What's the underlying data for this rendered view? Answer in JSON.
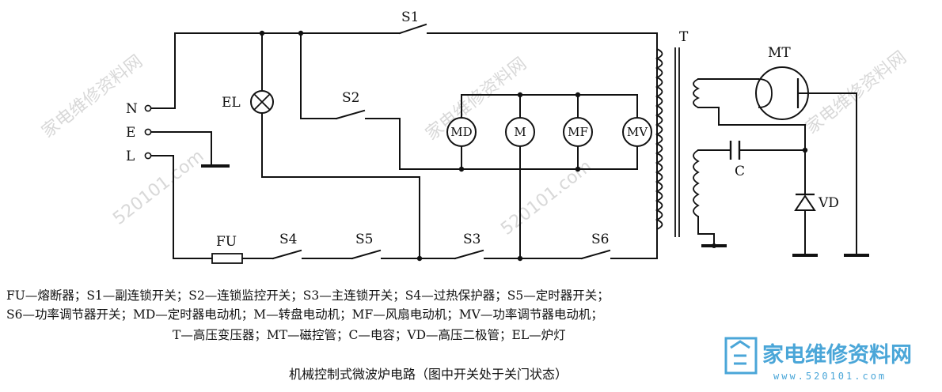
{
  "terminals": {
    "n": "N",
    "e": "E",
    "l": "L"
  },
  "switches": {
    "s1": "S1",
    "s2": "S2",
    "s3": "S3",
    "s4": "S4",
    "s5": "S5",
    "s6": "S6"
  },
  "components": {
    "fuse": "FU",
    "lamp": "EL",
    "transformer": "T",
    "magnetron": "MT",
    "capacitor": "C",
    "diode": "VD"
  },
  "motors": {
    "md": "MD",
    "m": "M",
    "mf": "MF",
    "mv": "MV"
  },
  "legend": {
    "line1": "FU—熔断器；S1—副连锁开关；S2—连锁监控开关；S3—主连锁开关；S4—过热保护器；S5—定时器开关；",
    "line2": "S6—功率调节器开关；MD—定时器电动机；M—转盘电动机；MF—风扇电动机；MV—功率调节器电动机；",
    "line3": "T—高压变压器；MT—磁控管；C—电容；VD—高压二极管；EL—炉灯"
  },
  "caption": "机械控制式微波炉电路（图中开关处于关门状态）",
  "watermark": {
    "site_name": "家电维修资料网",
    "url": "520101.com",
    "logo_text": "家电维修资料网",
    "logo_url": "www.520101.com"
  },
  "colors": {
    "logo_blue": "#4aa6d8",
    "watermark_gray": "#d8d8d8",
    "ink": "#111111"
  }
}
